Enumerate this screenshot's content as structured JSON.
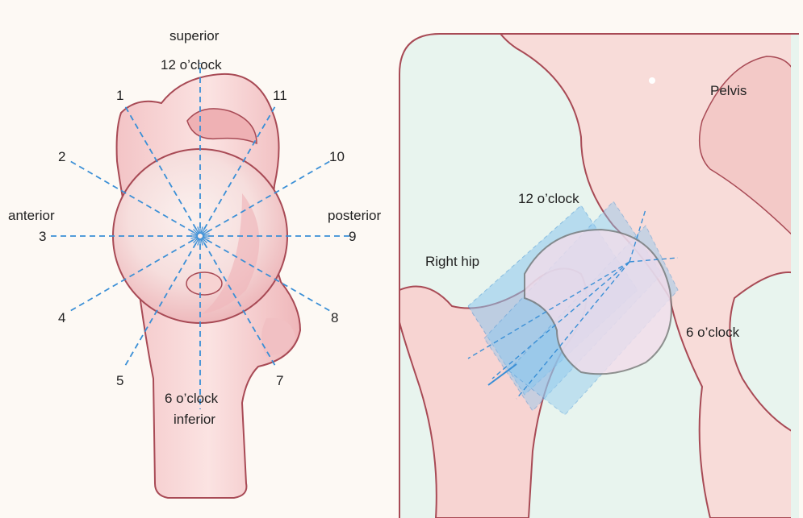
{
  "left_panel": {
    "superior": "superior",
    "twelve": "12 o’clock",
    "anterior": "anterior",
    "posterior": "posterior",
    "six": "6 o’clock",
    "inferior": "inferior",
    "clock_numbers": {
      "n1": "1",
      "n2": "2",
      "n3": "3",
      "n4": "4",
      "n5": "5",
      "n7": "7",
      "n8": "8",
      "n9": "9",
      "n10": "10",
      "n11": "11"
    }
  },
  "right_panel": {
    "pelvis": "Pelvis",
    "right_hip": "Right hip",
    "twelve": "12 o’clock",
    "six": "6 o’clock"
  },
  "colors": {
    "bone_fill": "#f7d4d2",
    "bone_outline": "#a84a55",
    "dashed_line": "#3a8fd6",
    "plane_fill": "#8ec8ef",
    "panel_bg": "#e8f4ee"
  }
}
